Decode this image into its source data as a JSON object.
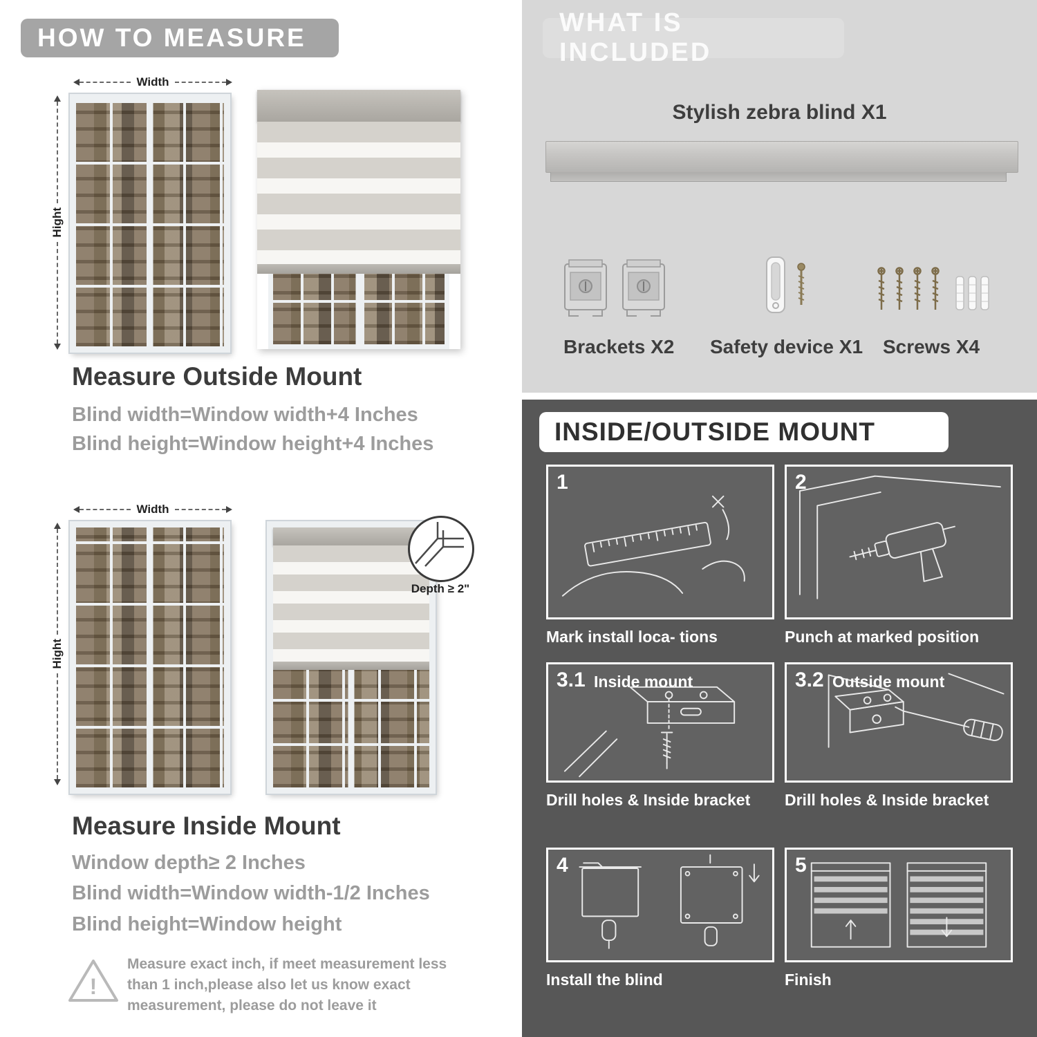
{
  "how_to_measure": {
    "banner": "HOW TO MEASURE",
    "measure_labels": {
      "width": "Width",
      "height": "Hight",
      "depth": "Depth ≥ 2\""
    },
    "outside": {
      "heading": "Measure Outside Mount",
      "line1": "Blind width=Window width+4 Inches",
      "line2": "Blind height=Window height+4 Inches"
    },
    "inside": {
      "heading": "Measure Inside Mount",
      "line1": "Window depth≥ 2 Inches",
      "line2": "Blind width=Window width-1/2 Inches",
      "line3": "Blind height=Window height"
    },
    "note": "Measure exact inch, if meet measurement less than 1 inch,please also let us know exact measurement, please do not leave it"
  },
  "included": {
    "banner": "WHAT IS INCLUDED",
    "product_label": "Stylish zebra blind X1",
    "items": [
      {
        "label": "Brackets X2"
      },
      {
        "label": "Safety device X1"
      },
      {
        "label": "Screws X4"
      }
    ]
  },
  "mount": {
    "banner": "INSIDE/OUTSIDE MOUNT",
    "steps": [
      {
        "num": "1",
        "caption": "Mark install loca- tions"
      },
      {
        "num": "2",
        "caption": "Punch at  marked position"
      },
      {
        "num": "3.1",
        "tag": "Inside mount",
        "caption": "Drill holes &  Inside bracket"
      },
      {
        "num": "3.2",
        "tag": "Outside mount",
        "caption": "Drill holes &  Inside bracket"
      },
      {
        "num": "4",
        "caption": "Install the blind"
      },
      {
        "num": "5",
        "caption": "Finish"
      }
    ]
  },
  "colors": {
    "banner_gray": "#a5a5a5",
    "panel_light": "#d7d7d7",
    "panel_dark": "#575757",
    "heading_dark": "#3c3c3c",
    "body_gray": "#9c9c9c"
  }
}
